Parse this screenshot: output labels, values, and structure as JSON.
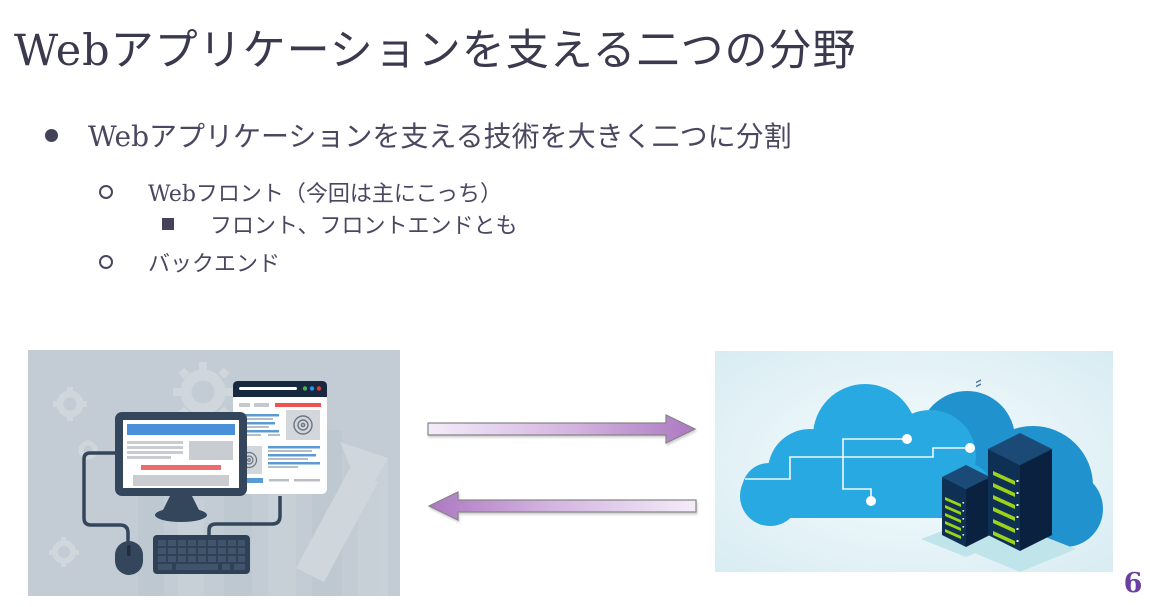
{
  "slide": {
    "title": "Webアプリケーションを支える二つの分野",
    "page_number": "6",
    "bullets": [
      {
        "marker": "disc",
        "text": "Webアプリケーションを支える技術を大きく二つに分割"
      },
      {
        "marker": "circle",
        "text": "Webフロント（今回は主にこっち）"
      },
      {
        "marker": "square",
        "text": "フロント、フロントエンドとも"
      },
      {
        "marker": "circle",
        "text": "バックエンド"
      }
    ],
    "figures": {
      "frontend": {
        "name": "web-frontend-illustration",
        "description": "Desktop monitor showing a web page, floating browser window, keyboard and mouse on a gray-blue background with gear and growth-arrow watermarks"
      },
      "backend": {
        "name": "cloud-server-illustration",
        "description": "Bright blue cloud with white circuit traces and two dark navy isometric server towers with green LED stripes on a light cyan background"
      }
    },
    "arrows": {
      "top_direction": "right",
      "bottom_direction": "left"
    },
    "colors": {
      "title_text": "#3a394e",
      "body_text": "#4a4760",
      "page_number": "#6b3fa2",
      "arrow_light": "#f4ecf9",
      "arrow_dark": "#ad78c2",
      "arrow_outline": "#868686",
      "left_bg": "#c3ccd4",
      "computer_navy": "#34465c",
      "screen_blue": "#4a90d9",
      "accent_red": "#ee6a6e",
      "right_bg": "#dceef3",
      "cloud_blue": "#29a9e1",
      "cloud_blue_dark": "#2093cf",
      "server_navy": "#0f3055",
      "led_green": "#9ed417"
    }
  }
}
